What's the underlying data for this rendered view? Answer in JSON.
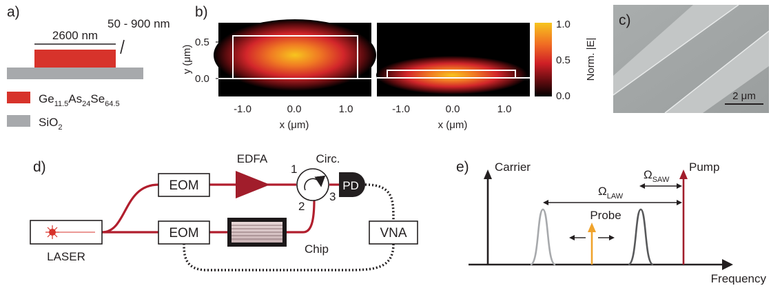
{
  "panels": [
    "a)",
    "b)",
    "c)",
    "d)",
    "e)"
  ],
  "panel_a": {
    "width_label": "2600 nm",
    "height_label": "50 - 900 nm",
    "legend": [
      {
        "base": "Ge",
        "sub1": "11.5",
        "mid": "As",
        "sub2": "24",
        "mid2": "Se",
        "sub3": "64.5",
        "color": "#d7332b"
      },
      {
        "base": "SiO",
        "sub1": "2",
        "color": "#a7a9ac"
      }
    ]
  },
  "panel_b": {
    "ylabel": "y (μm)",
    "xlabel": "x (μm)",
    "yticks": [
      "0.5",
      "0.0"
    ],
    "xticks": [
      "-1.0",
      "0.0",
      "1.0"
    ],
    "colorbar_label": "Norm. |E|",
    "colorbar_ticks": [
      "1.0",
      "0.5",
      "0.0"
    ],
    "colorbar_colors": [
      "#f7c51e",
      "#f06a23",
      "#cf1f26",
      "#5e0b0f",
      "#000000"
    ]
  },
  "panel_c": {
    "scalebar": "2 μm"
  },
  "panel_d": {
    "laser": "LASER",
    "eom_top": "EOM",
    "eom_bottom": "EOM",
    "edfa": "EDFA",
    "circ": "Circ.",
    "ports": [
      "1",
      "2",
      "3"
    ],
    "pd": "PD",
    "chip": "Chip",
    "vna": "VNA",
    "fiber_color": "#b11e2d"
  },
  "panel_e": {
    "carrier": "Carrier",
    "pump": "Pump",
    "probe": "Probe",
    "omega_law_main": "Ω",
    "omega_law_sub": "LAW",
    "omega_saw_main": "Ω",
    "omega_saw_sub": "SAW",
    "xaxis": "Frequency",
    "pump_color": "#a11d2b",
    "probe_color": "#f0a32c"
  }
}
